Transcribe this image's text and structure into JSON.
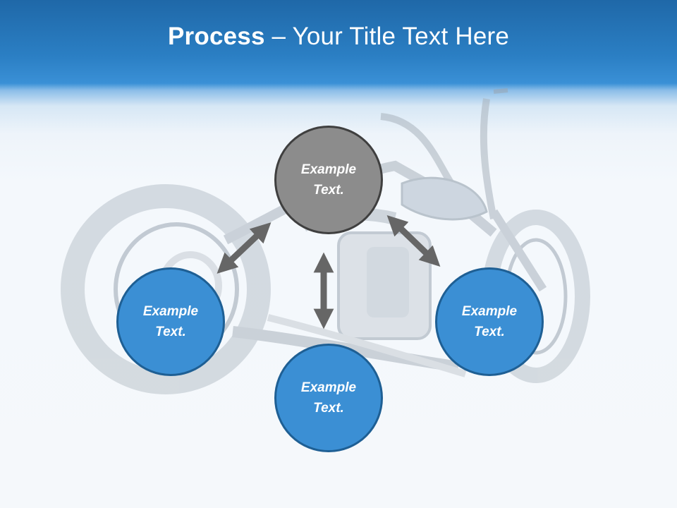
{
  "slide": {
    "title": {
      "bold": "Process",
      "dash": " – ",
      "rest": "Your Title Text Here"
    },
    "nodes": {
      "top": "Example\nText.",
      "left": "Example\nText.",
      "right": "Example\nText.",
      "bottom": "Example\nText."
    },
    "colors": {
      "header": "#2b7fc4",
      "node_blue": "#3b8fd4",
      "node_gray": "#8c8c8c",
      "arrow": "#666666"
    }
  }
}
